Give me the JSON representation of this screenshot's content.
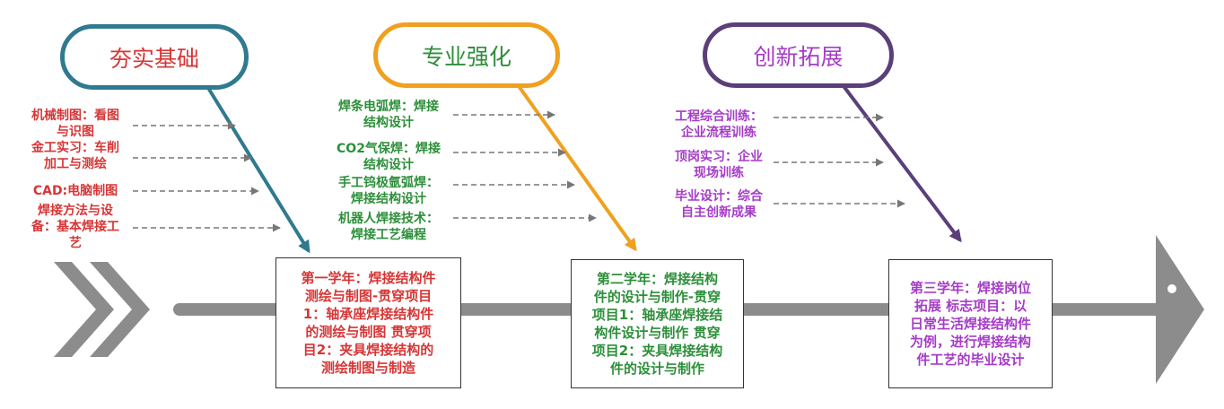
{
  "colors": {
    "stage1": "#2f7a8f",
    "stage1_text": "#d63636",
    "stage2": "#f0a020",
    "stage2_text": "#2d8f3a",
    "stage3": "#5a3f7a",
    "stage3_text": "#a53cc7",
    "spine": "#8c8c8c",
    "dash": "#777777"
  },
  "stages": [
    {
      "title": "夯实基础",
      "items": [
        "机械制图：看图\n与识图",
        "金工实习：车削\n加工与测绘",
        "CAD:电脑制图",
        "焊接方法与设\n备：基本焊接工\n艺"
      ],
      "box": "第一学年：焊接结构件\n测绘与制图-贯穿项目\n1：轴承座焊接结构件\n的测绘与制图  贯穿项\n目2：夹具焊接结构的\n测绘制图与制造"
    },
    {
      "title": "专业强化",
      "items": [
        "焊条电弧焊：焊接\n结构设计",
        "CO2气保焊：焊接\n结构设计",
        "手工钨极氩弧焊：\n焊接结构设计",
        "机器人焊接技术：\n焊接工艺编程"
      ],
      "box": "第二学年：焊接结构\n件的设计与制作-贯穿\n项目1：轴承座焊接结\n构件设计与制作  贯穿\n项目2：夹具焊接结构\n件的设计与制作"
    },
    {
      "title": "创新拓展",
      "items": [
        "工程综合训练：\n企业流程训练",
        "顶岗实习：企业\n现场训练",
        "毕业设计：综合\n自主创新成果"
      ],
      "box": "第三学年：焊接岗位\n拓展  标志项目：以\n日常生活焊接结构件\n为例，进行焊接结构\n件工艺的毕业设计"
    }
  ]
}
